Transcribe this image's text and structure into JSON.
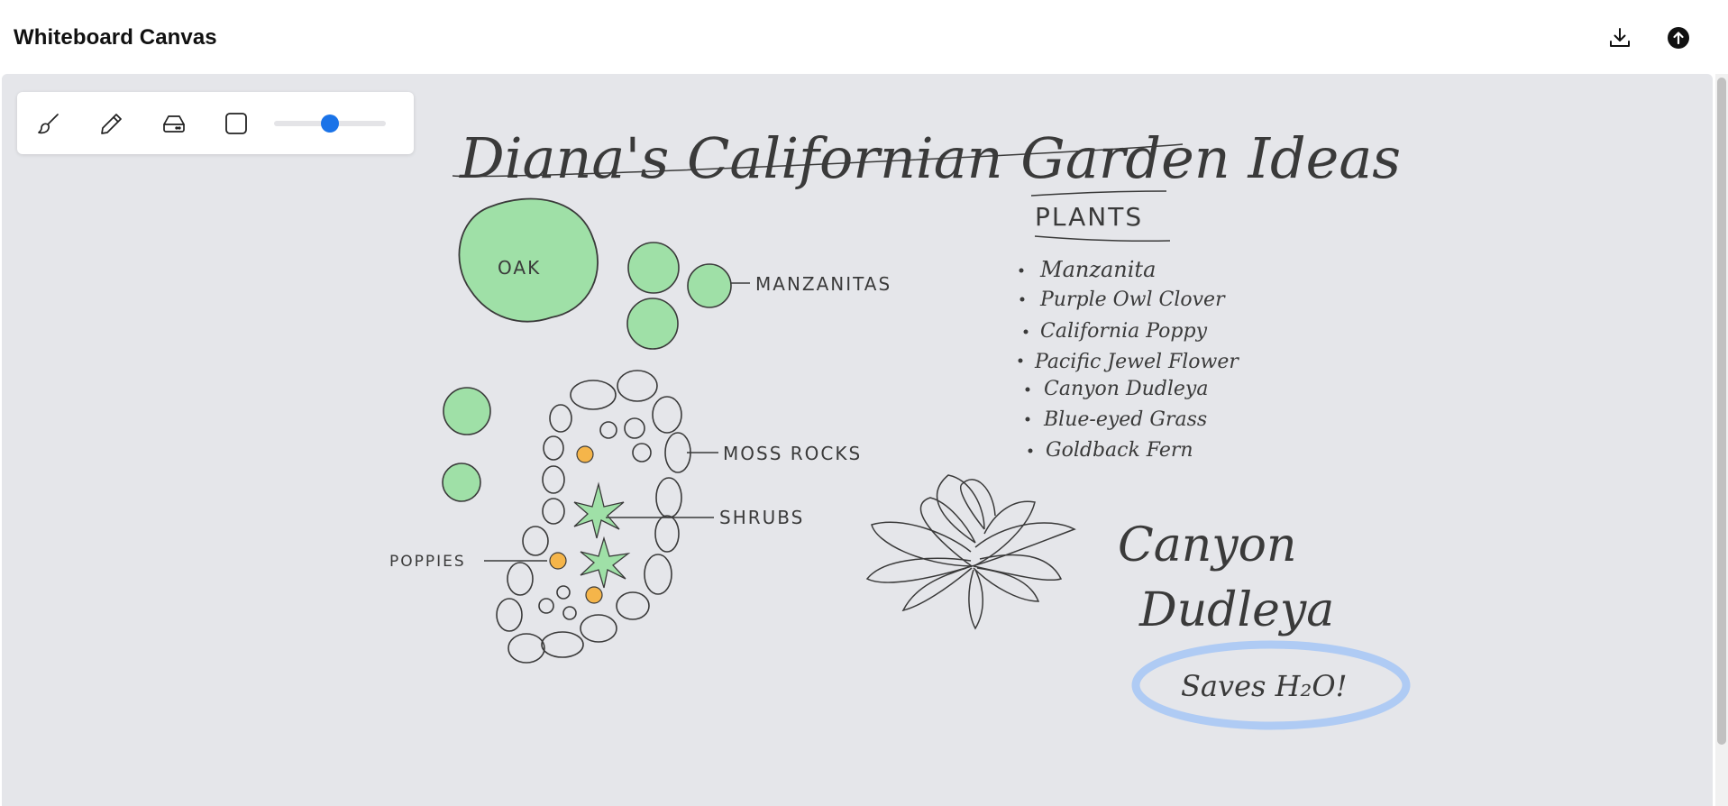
{
  "app": {
    "title": "Whiteboard Canvas"
  },
  "header_icons": [
    {
      "name": "download-icon"
    },
    {
      "name": "upload-icon"
    }
  ],
  "toolbar": {
    "tools": [
      "brush-icon",
      "pencil-icon",
      "eraser-icon",
      "shape-square-icon"
    ],
    "brush_size_fraction": 0.5
  },
  "colors": {
    "canvas_bg": "#e5e6ea",
    "accent": "#1a73e8",
    "plant_green": "#8fe09a",
    "poppy_orange": "#f5b54a",
    "highlight_blue": "#a8c8f5"
  },
  "sketch": {
    "title": "Diana's Californian Garden Ideas",
    "labels": {
      "oak": "OAK",
      "manzanitas": "MANZANITAS",
      "moss_rocks": "MOSS ROCKS",
      "shrubs": "SHRUBS",
      "poppies": "POPPIES"
    },
    "plants_heading": "PLANTS",
    "plants": [
      "Manzanita",
      "Purple Owl Clover",
      "California Poppy",
      "Pacific Jewel Flower",
      "Canyon Dudleya",
      "Blue-eyed Grass",
      "Goldback Fern"
    ],
    "feature_line1": "Canyon",
    "feature_line2": "Dudleya",
    "note": "Saves H₂O!"
  }
}
